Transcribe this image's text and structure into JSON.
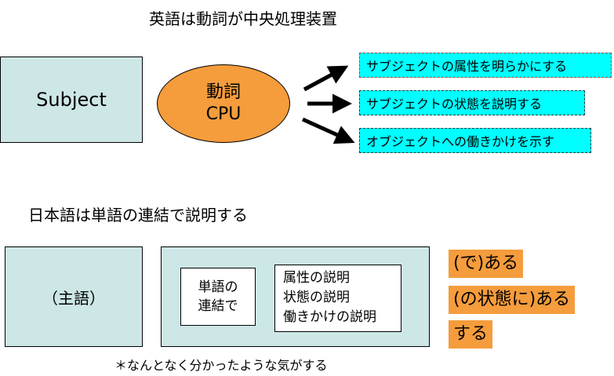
{
  "top": {
    "heading": "英語は動詞が中央処理装置",
    "subject_label": "Subject",
    "verb_line1": "動詞",
    "verb_line2": "CPU",
    "roles": [
      "サブジェクトの属性を明らかにする",
      "サブジェクトの状態を説明する",
      "オブジェクトへの働きかけを示す"
    ]
  },
  "bottom": {
    "heading": "日本語は単語の連結で説明する",
    "subject_label": "（主語）",
    "connector_line1": "単語の",
    "connector_line2": "連結で",
    "descriptions": [
      "属性の説明",
      "状態の説明",
      "働きかけの説明"
    ],
    "endings": [
      "(で)ある",
      "(の状態に)ある",
      "する"
    ],
    "footnote": "＊なんとなく分かったような気がする"
  },
  "colors": {
    "box_fill": "#cde6e6",
    "ellipse_fill": "#f59c3c",
    "role_fill": "#00ffff",
    "ending_fill": "#f59c3c"
  }
}
